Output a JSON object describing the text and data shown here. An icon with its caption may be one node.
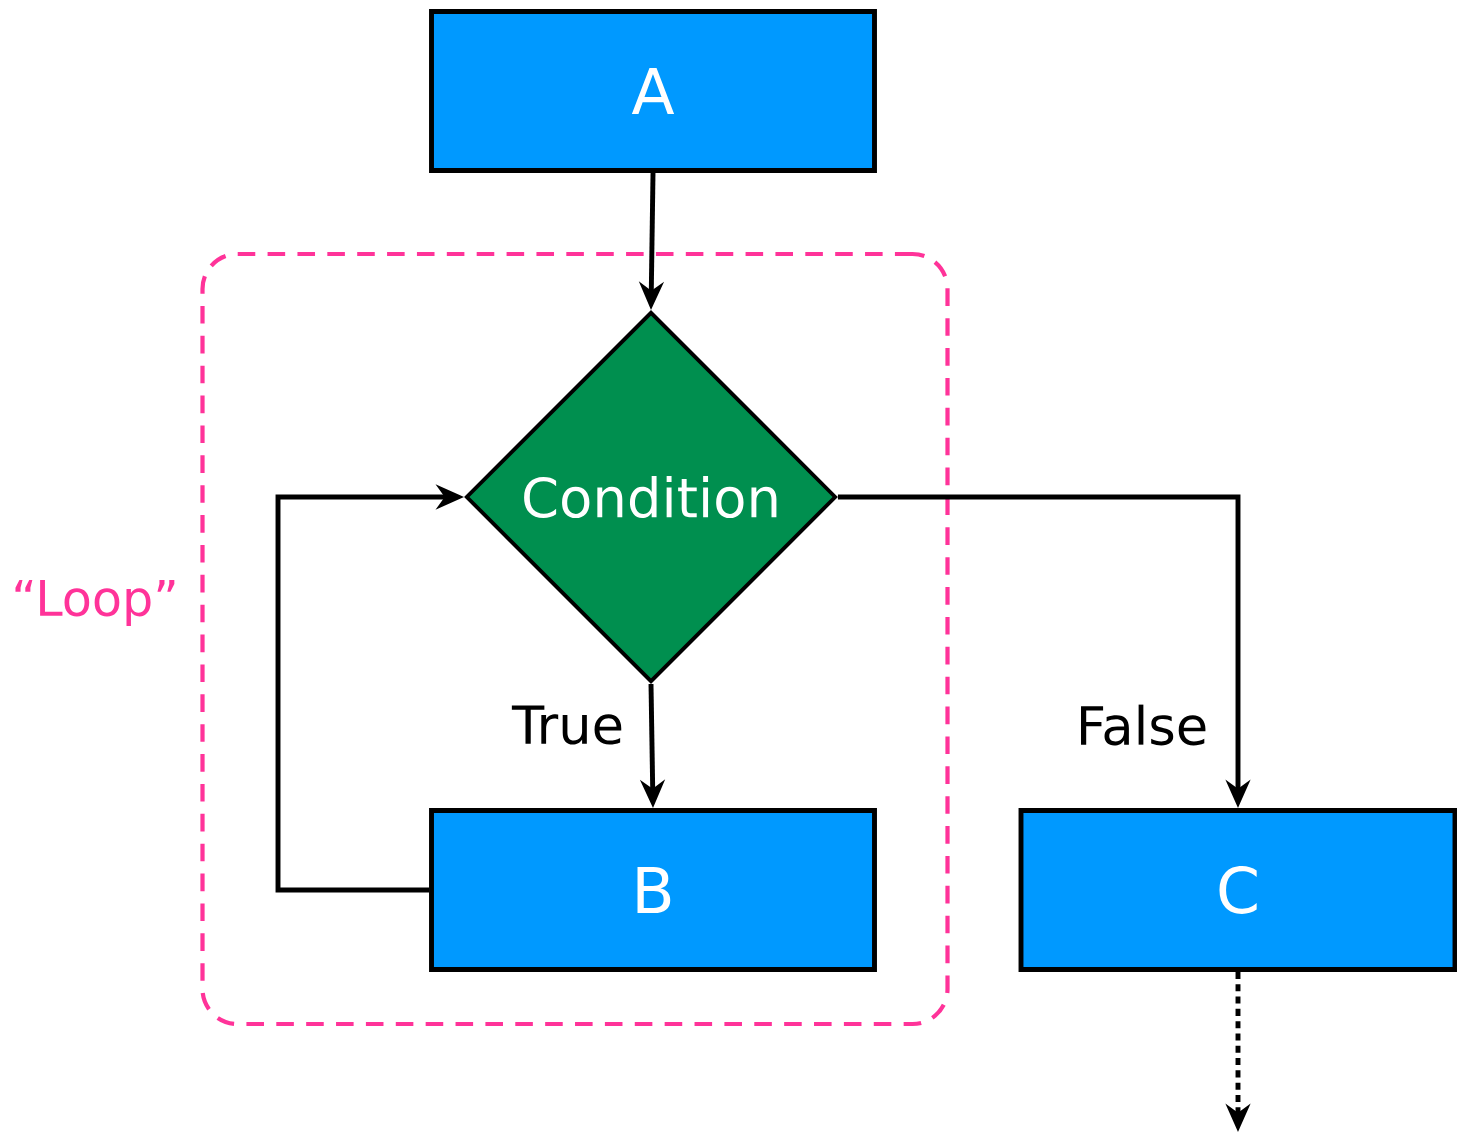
{
  "diagram": {
    "nodes": [
      {
        "text": [
          "A"
        ]
      },
      {
        "text": [
          "“Loop”"
        ]
      },
      {
        "text": [
          "Condition"
        ],
        "in": 1
      },
      {
        "text": [
          "B"
        ],
        "in": 1
      },
      {
        "text": [
          "C"
        ]
      }
    ],
    "edges": [
      {
        "from": 0,
        "to": 2,
        "arrow": "to"
      },
      {
        "from": 2,
        "to": 3,
        "arrow": "to",
        "label": "True"
      },
      {
        "from": 3,
        "to": 2,
        "arrow": "to"
      },
      {
        "from": 2,
        "to": 4,
        "arrow": "to",
        "label": "False"
      },
      {
        "from": 4,
        "to": null,
        "arrow": "to",
        "style": "dashed"
      }
    ]
  }
}
